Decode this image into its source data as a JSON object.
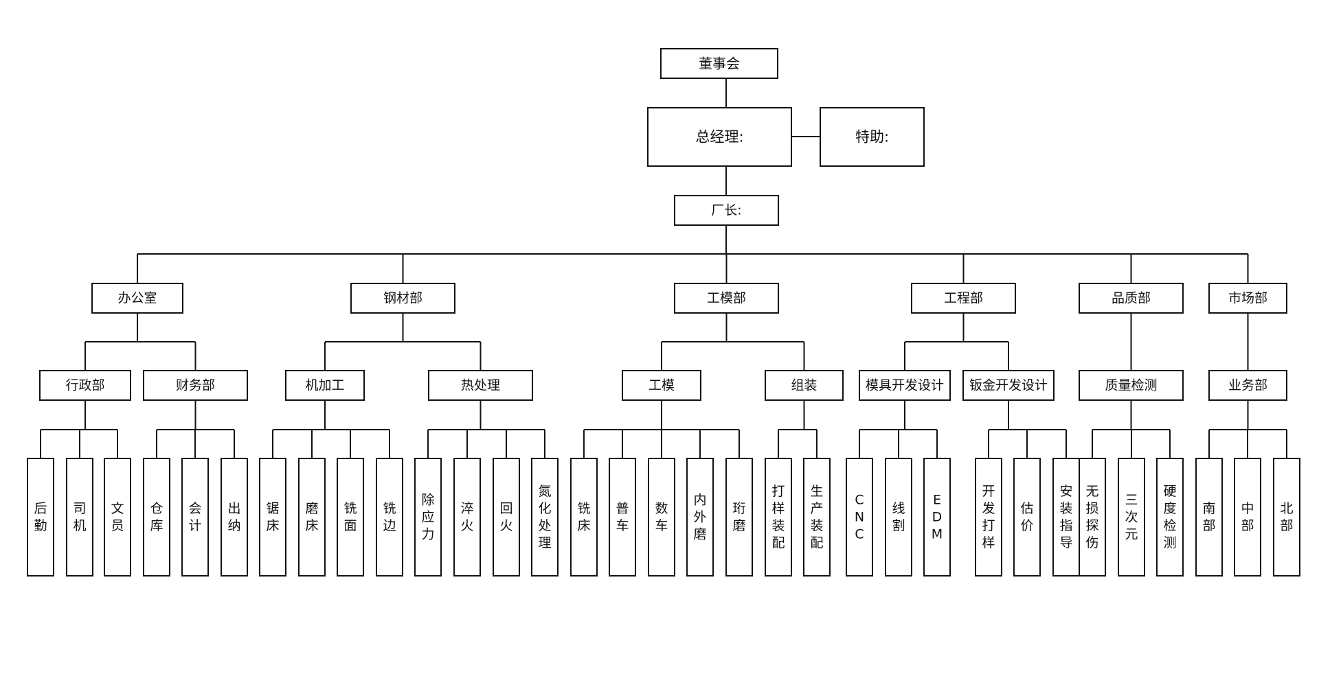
{
  "org": {
    "board": "董事会",
    "gm": "总经理:",
    "assistant": "特助:",
    "plant_manager": "厂长:",
    "departments": [
      {
        "name": "办公室",
        "units": [
          {
            "name": "行政部",
            "items": [
              "后勤",
              "司机",
              "文员"
            ]
          },
          {
            "name": "财务部",
            "items": [
              "仓库",
              "会计",
              "出纳"
            ]
          }
        ]
      },
      {
        "name": "钢材部",
        "units": [
          {
            "name": "机加工",
            "items": [
              "锯床",
              "磨床",
              "铣面",
              "铣边"
            ]
          },
          {
            "name": "热处理",
            "items": [
              "除应力",
              "淬火",
              "回火",
              "氮化处理"
            ]
          }
        ]
      },
      {
        "name": "工模部",
        "units": [
          {
            "name": "工模",
            "items": [
              "铣床",
              "普车",
              "数车",
              "内外磨",
              "珩磨"
            ]
          },
          {
            "name": "组装",
            "items": [
              "打样装配",
              "生产装配"
            ]
          }
        ]
      },
      {
        "name": "工程部",
        "units": [
          {
            "name": "模具开发设计",
            "items": [
              "CNC",
              "线割",
              "EDM"
            ]
          },
          {
            "name": "钣金开发设计",
            "items": [
              "开发打样",
              "估价",
              "安装指导"
            ]
          }
        ]
      },
      {
        "name": "品质部",
        "units": [
          {
            "name": "质量检测",
            "items": [
              "无损探伤",
              "三次元",
              "硬度检测"
            ]
          }
        ]
      },
      {
        "name": "市场部",
        "units": [
          {
            "name": "业务部",
            "items": [
              "南部",
              "中部",
              "北部"
            ]
          }
        ]
      }
    ]
  }
}
